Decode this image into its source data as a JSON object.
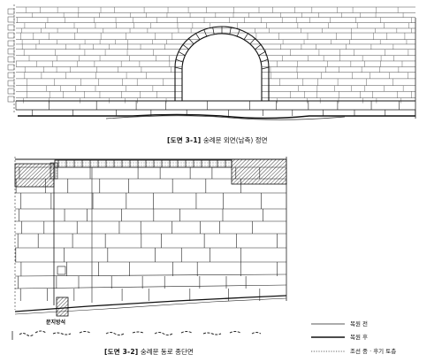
{
  "figure1": {
    "number": "[도면 3-1]",
    "caption": "숭례문 외면(남측) 정면"
  },
  "figure2": {
    "number": "[도면 3-2]",
    "caption": "숭례문 동로 종단면",
    "note_label": "문지방석"
  },
  "legend": [
    {
      "label": "복원 전",
      "style": "solid"
    },
    {
      "label": "복원 후",
      "style": "solid-bold"
    },
    {
      "label": "조선 중 · 후기 토층",
      "style": "dotted"
    }
  ],
  "colors": {
    "line": "#1a1a1a",
    "hatch": "#555555",
    "paper": "#ffffff"
  }
}
